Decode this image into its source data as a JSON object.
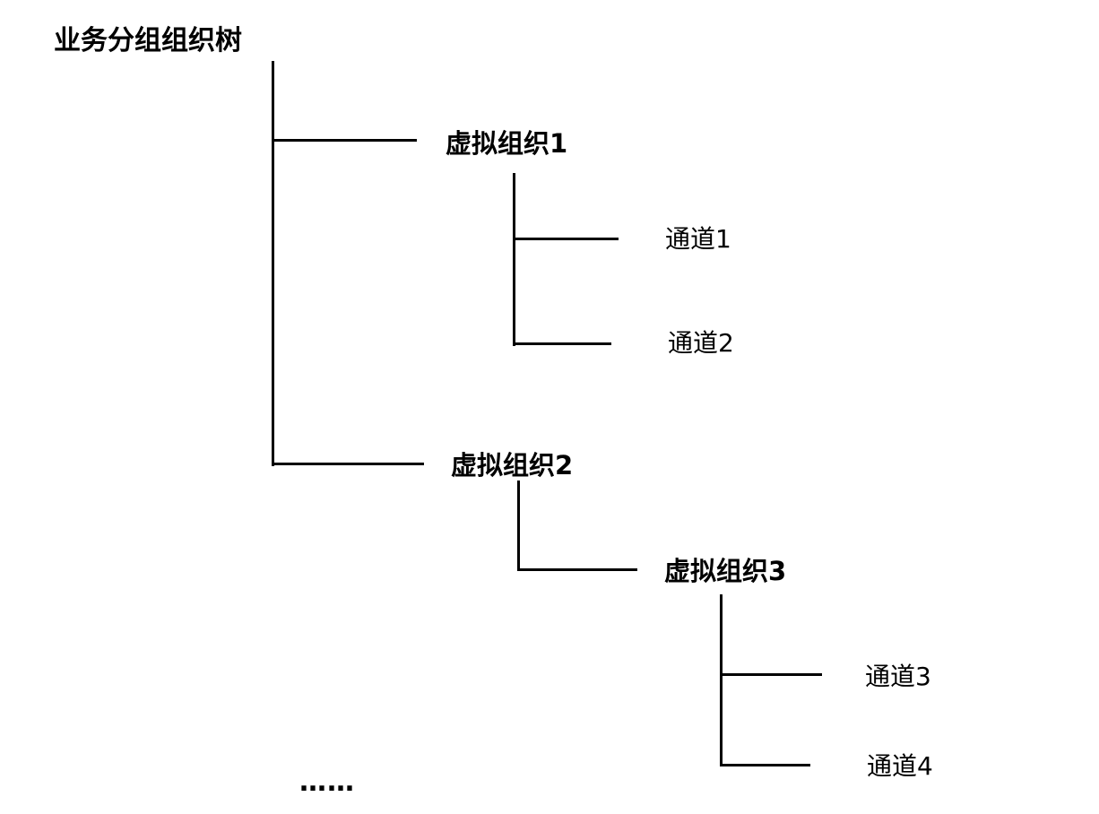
{
  "tree": {
    "root": {
      "label": "业务分组组织树"
    },
    "nodes": {
      "org1": {
        "label": "虚拟组织1"
      },
      "channel1": {
        "label": "通道1"
      },
      "channel2": {
        "label": "通道2"
      },
      "org2": {
        "label": "虚拟组织2"
      },
      "org3": {
        "label": "虚拟组织3"
      },
      "channel3": {
        "label": "通道3"
      },
      "channel4": {
        "label": "通道4"
      }
    },
    "more_indicator": "……"
  }
}
